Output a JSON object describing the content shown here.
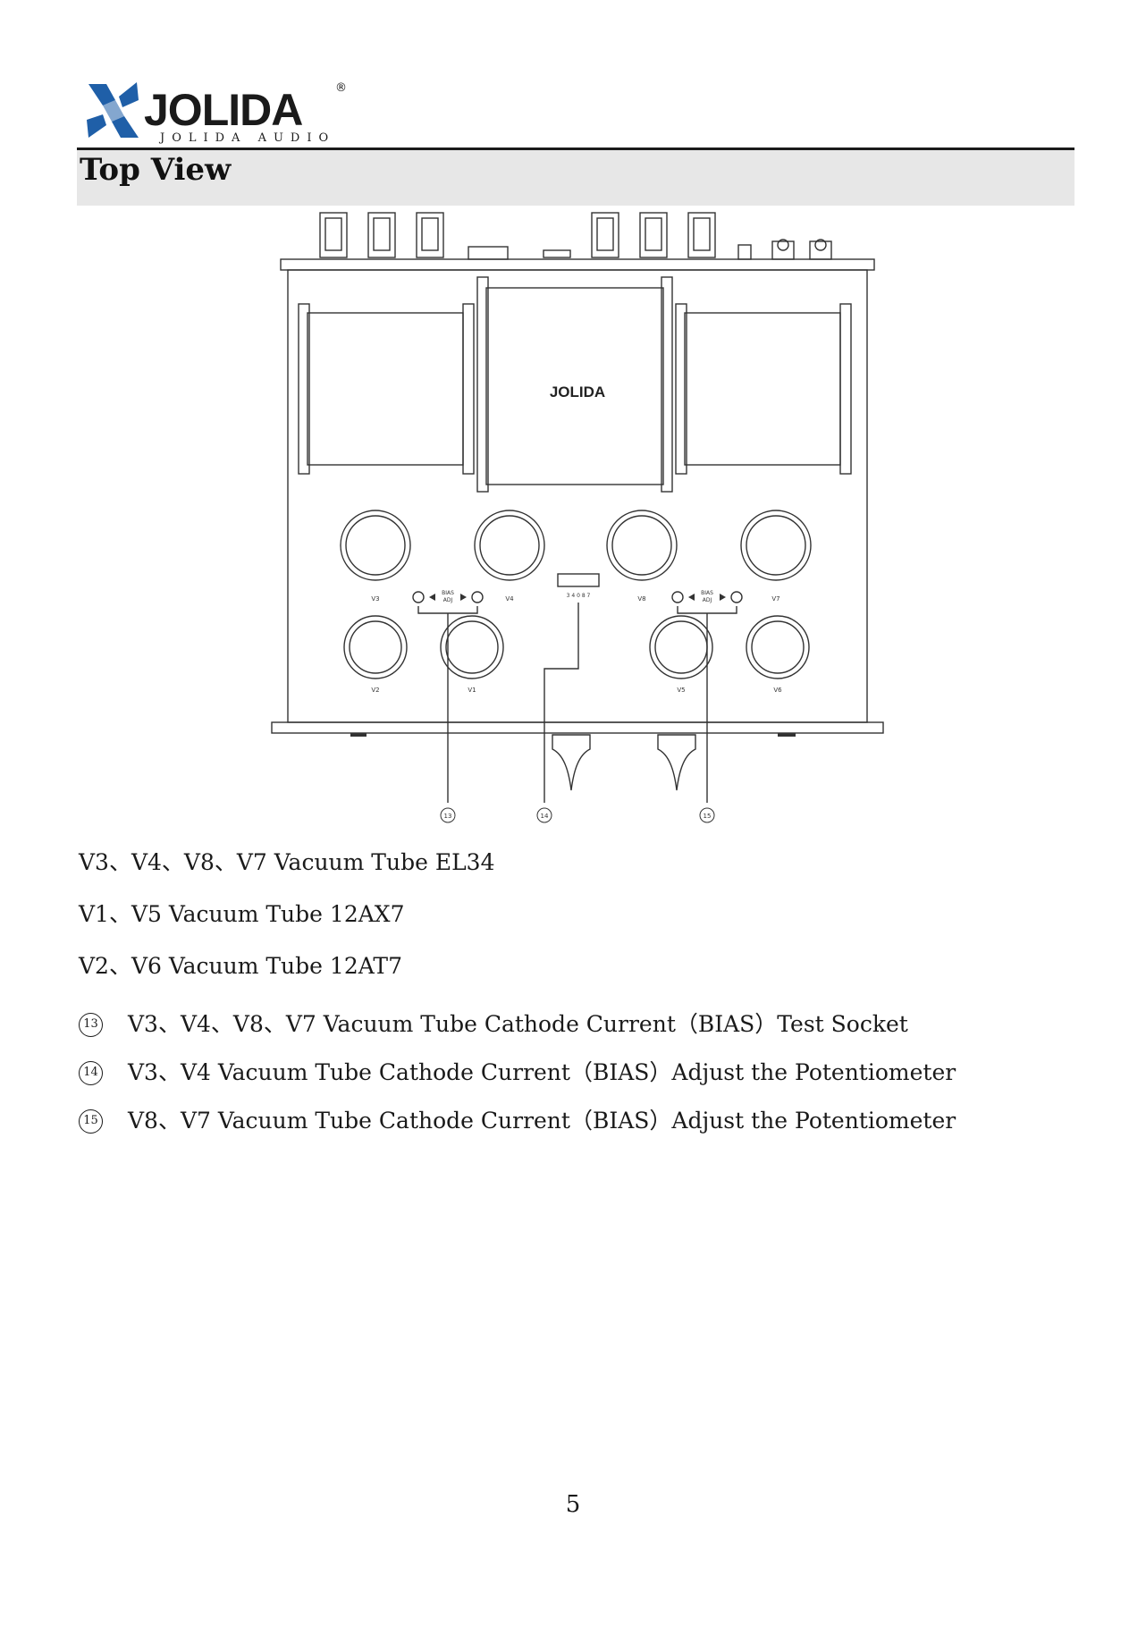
{
  "brand": {
    "logo_text": "JOLIDA",
    "logo_subtext": "JOLIDA AUDIO",
    "registered_mark": "®",
    "accent_color": "#1f5fa8"
  },
  "section": {
    "title": "Top View"
  },
  "diagram": {
    "center_logo": "JOLIDA",
    "bias_label_top": "BIAS",
    "bias_label_bottom": "ADJ",
    "socket_pins": "3 4 0 8 7",
    "tube_labels": [
      "V3",
      "V4",
      "V8",
      "V7",
      "V2",
      "V1",
      "V5",
      "V6"
    ],
    "callouts": [
      "13",
      "14",
      "15"
    ]
  },
  "specs": [
    "V3、V4、V8、V7 Vacuum Tube EL34",
    "V1、V5 Vacuum Tube 12AX7",
    "V2、V6 Vacuum Tube 12AT7"
  ],
  "notes": [
    {
      "num": "13",
      "text": "V3、V4、V8、V7 Vacuum Tube Cathode Current（BIAS）Test Socket"
    },
    {
      "num": "14",
      "text": "V3、V4 Vacuum Tube Cathode Current（BIAS）Adjust the Potentiometer"
    },
    {
      "num": "15",
      "text": "V8、V7 Vacuum Tube Cathode Current（BIAS）Adjust the Potentiometer"
    }
  ],
  "page_number": "5"
}
